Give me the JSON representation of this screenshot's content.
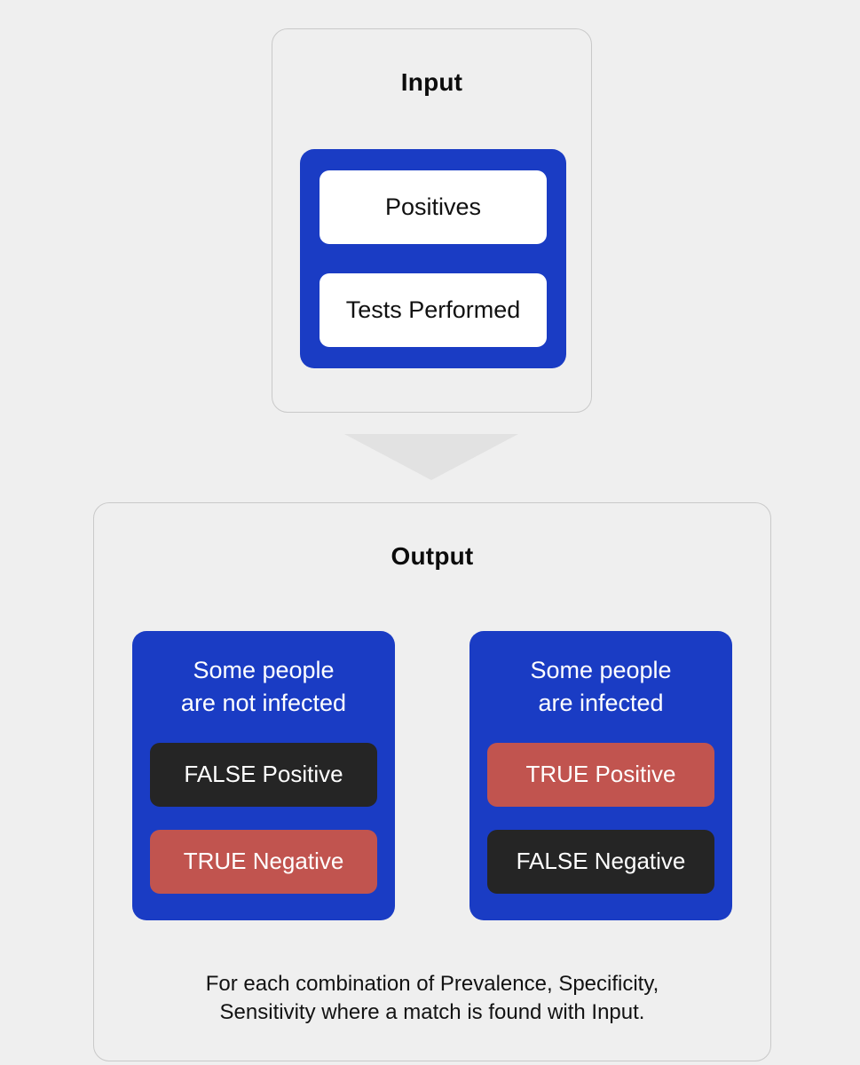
{
  "background_color": "#efefef",
  "colors": {
    "blue": "#1a3cc4",
    "red": "#c1544f",
    "dark": "#252525",
    "white": "#ffffff",
    "panel_border": "#c9c9c9",
    "arrow": "#e2e2e2"
  },
  "input": {
    "title": "Input",
    "fields": [
      {
        "label": "Positives"
      },
      {
        "label": "Tests Performed"
      }
    ]
  },
  "arrow": {
    "icon": "down-arrow-icon",
    "direction": "down"
  },
  "output": {
    "title": "Output",
    "cards": [
      {
        "heading": "Some people\nare not infected",
        "tags": [
          {
            "label": "FALSE Positive",
            "style": "dark"
          },
          {
            "label": "TRUE Negative",
            "style": "red"
          }
        ]
      },
      {
        "heading": "Some people\nare infected",
        "tags": [
          {
            "label": "TRUE Positive",
            "style": "red"
          },
          {
            "label": "FALSE Negative",
            "style": "dark"
          }
        ]
      }
    ],
    "caption": "For each combination of Prevalence, Specificity,\nSensitivity where a match is found with Input."
  }
}
